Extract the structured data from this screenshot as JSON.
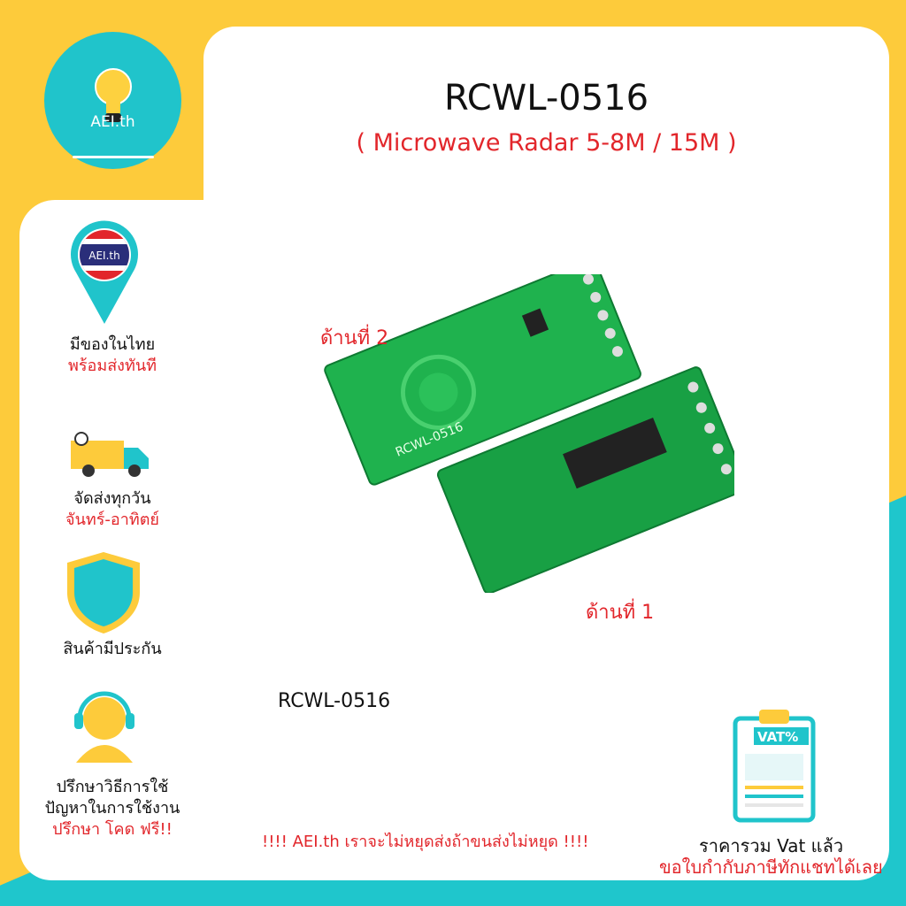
{
  "brand": "AEI.th",
  "title": "RCWL-0516",
  "subtitle": "( Microwave Radar 5-8M / 15M )",
  "side_labels": {
    "side2": "ด้านที่ 2",
    "side1": "ด้านที่ 1"
  },
  "model_label": "RCWL-0516",
  "features": [
    {
      "icon": "location-pin-thai-flag-icon",
      "line1": "มีของในไทย",
      "line2": "พร้อมส่งทันที"
    },
    {
      "icon": "delivery-truck-icon",
      "line1": "จัดส่งทุกวัน",
      "line2": "จันทร์-อาทิตย์"
    },
    {
      "icon": "shield-icon",
      "line1": "สินค้ามีประกัน",
      "line2": ""
    },
    {
      "icon": "headset-support-icon",
      "line1": "ปรึกษาวิธีการใช้",
      "line1b": "ปัญหาในการใช้งาน",
      "line2": "ปรึกษา โคด ฟรี!!"
    }
  ],
  "banner": "!!!!  AEI.th เราจะไม่หยุดส่งถ้าขนส่งไม่หยุด  !!!!",
  "vat": {
    "badge": "VAT%",
    "line1": "ราคารวม Vat แล้ว",
    "line2": "ขอใบกำกับภาษีทักแชทได้เลย"
  },
  "colors": {
    "yellow": "#fdcb3b",
    "teal": "#1fc6cc",
    "red": "#e2262b",
    "pcb": "#1fa64a"
  }
}
